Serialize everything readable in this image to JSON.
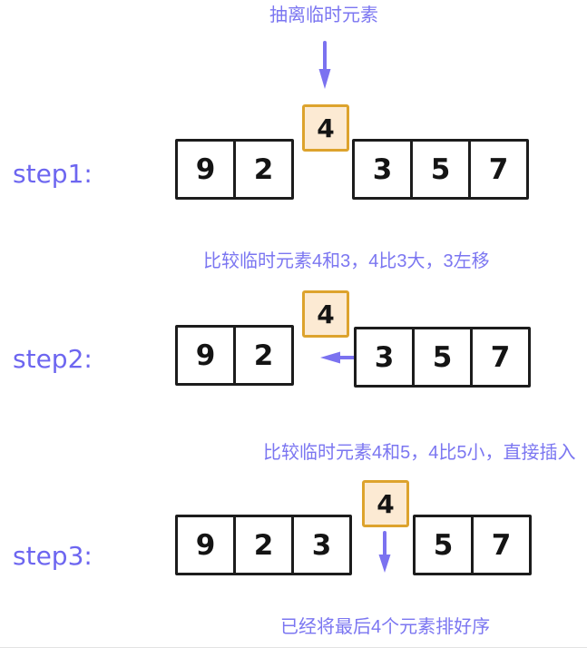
{
  "colors": {
    "annotation_purple": "#7b76f1",
    "step_label_purple": "#6d66f0",
    "arrow_purple": "#7b72f0",
    "cell_border_black": "#1c1c1c",
    "temp_box_fill": "#fcead3",
    "temp_box_border": "#dda32d",
    "page_bg": "#ffffff"
  },
  "annotations": {
    "title_top": "抽离临时元素",
    "before_step2": "比较临时元素4和3，4比3大，3左移",
    "before_step3": "比较临时元素4和5，4比5小，直接插入",
    "footer": "已经将最后4个元素排好序"
  },
  "icons": {
    "top_arrow": "down-arrow",
    "step2_arrow": "left-arrow",
    "step3_arrow": "down-arrow"
  },
  "steps": [
    {
      "label": "step1:",
      "temp_value": "4",
      "left_cells": [
        "9",
        "2"
      ],
      "right_cells": [
        "3",
        "5",
        "7"
      ]
    },
    {
      "label": "step2:",
      "temp_value": "4",
      "left_cells": [
        "9",
        "2"
      ],
      "right_cells": [
        "3",
        "5",
        "7"
      ]
    },
    {
      "label": "step3:",
      "temp_value": "4",
      "left_cells": [
        "9",
        "2",
        "3"
      ],
      "right_cells": [
        "5",
        "7"
      ]
    }
  ]
}
